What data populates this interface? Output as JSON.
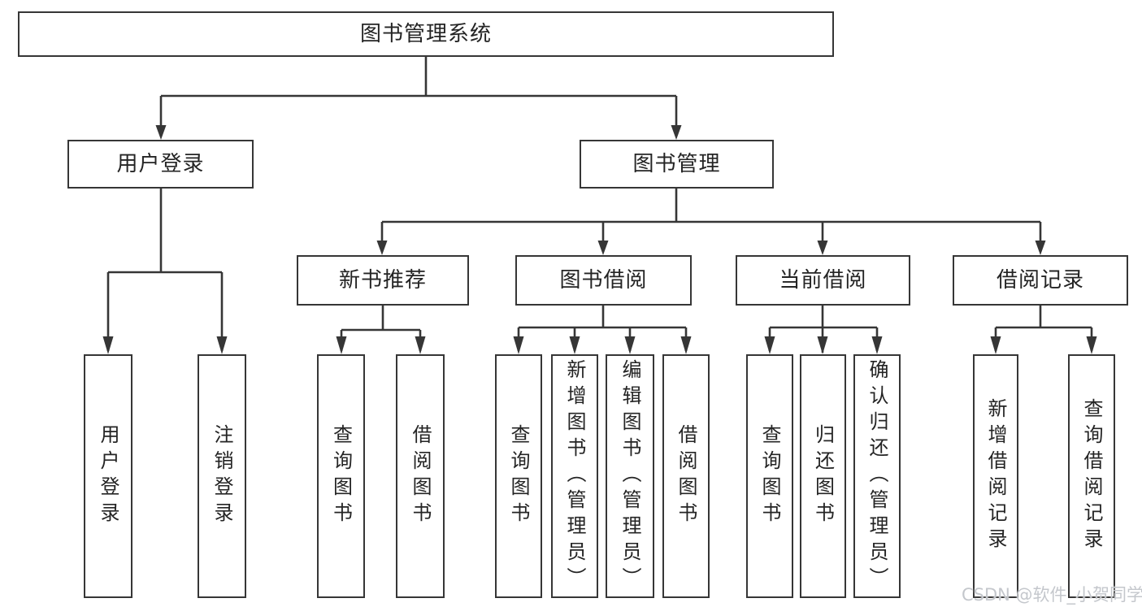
{
  "diagram": {
    "root": {
      "label": "图书管理系统"
    },
    "level2": [
      {
        "label": "用户登录"
      },
      {
        "label": "图书管理"
      }
    ],
    "level3": [
      {
        "label": "新书推荐"
      },
      {
        "label": "图书借阅"
      },
      {
        "label": "当前借阅"
      },
      {
        "label": "借阅记录"
      }
    ],
    "leaves": {
      "user_login": [
        "用户登录",
        "注销登录"
      ],
      "new_book": [
        "查询图书",
        "借阅图书"
      ],
      "book_borrow": [
        "查询图书",
        "新增图书（管理员）",
        "编辑图书（管理员）",
        "借阅图书"
      ],
      "current_borrow": [
        "查询图书",
        "归还图书",
        "确认归还（管理员）"
      ],
      "borrow_records": [
        "新增借阅记录",
        "查询借阅记录"
      ]
    }
  },
  "watermark": {
    "text": "CSDN @软件_小贺同学"
  },
  "colors": {
    "line": "#363636",
    "text": "#242424",
    "watermark": "#c4c7cc",
    "background": "#ffffff"
  }
}
